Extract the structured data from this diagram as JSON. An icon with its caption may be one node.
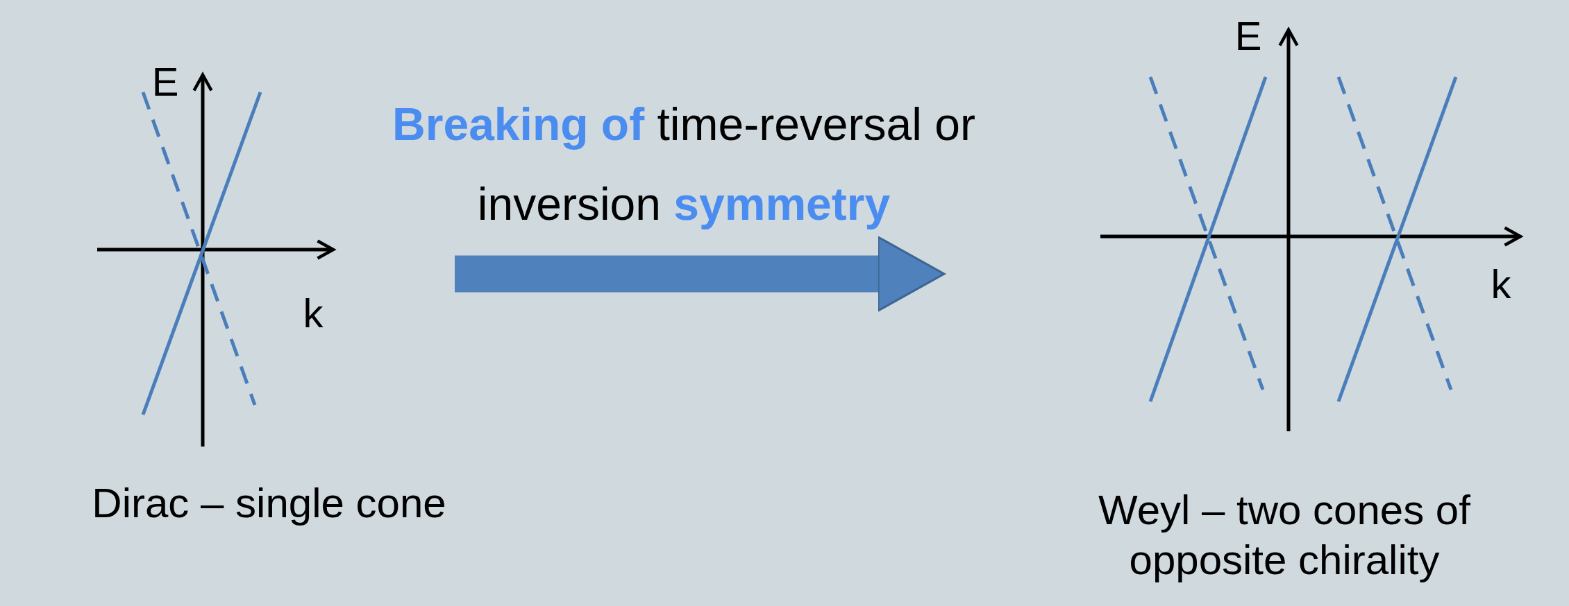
{
  "diagram": {
    "nodes": [
      {
        "text": [
          "Dirac – single cone"
        ]
      },
      {
        "text": [
          "Weyl – two cones of opposite chirality"
        ]
      }
    ],
    "edges": [
      {
        "from": 0,
        "to": 1,
        "arrow": "to",
        "label": "**Breaking of** time-reversal or inversion **symmetry**"
      }
    ],
    "labels": [
      "E",
      "k",
      "E",
      "k"
    ]
  }
}
